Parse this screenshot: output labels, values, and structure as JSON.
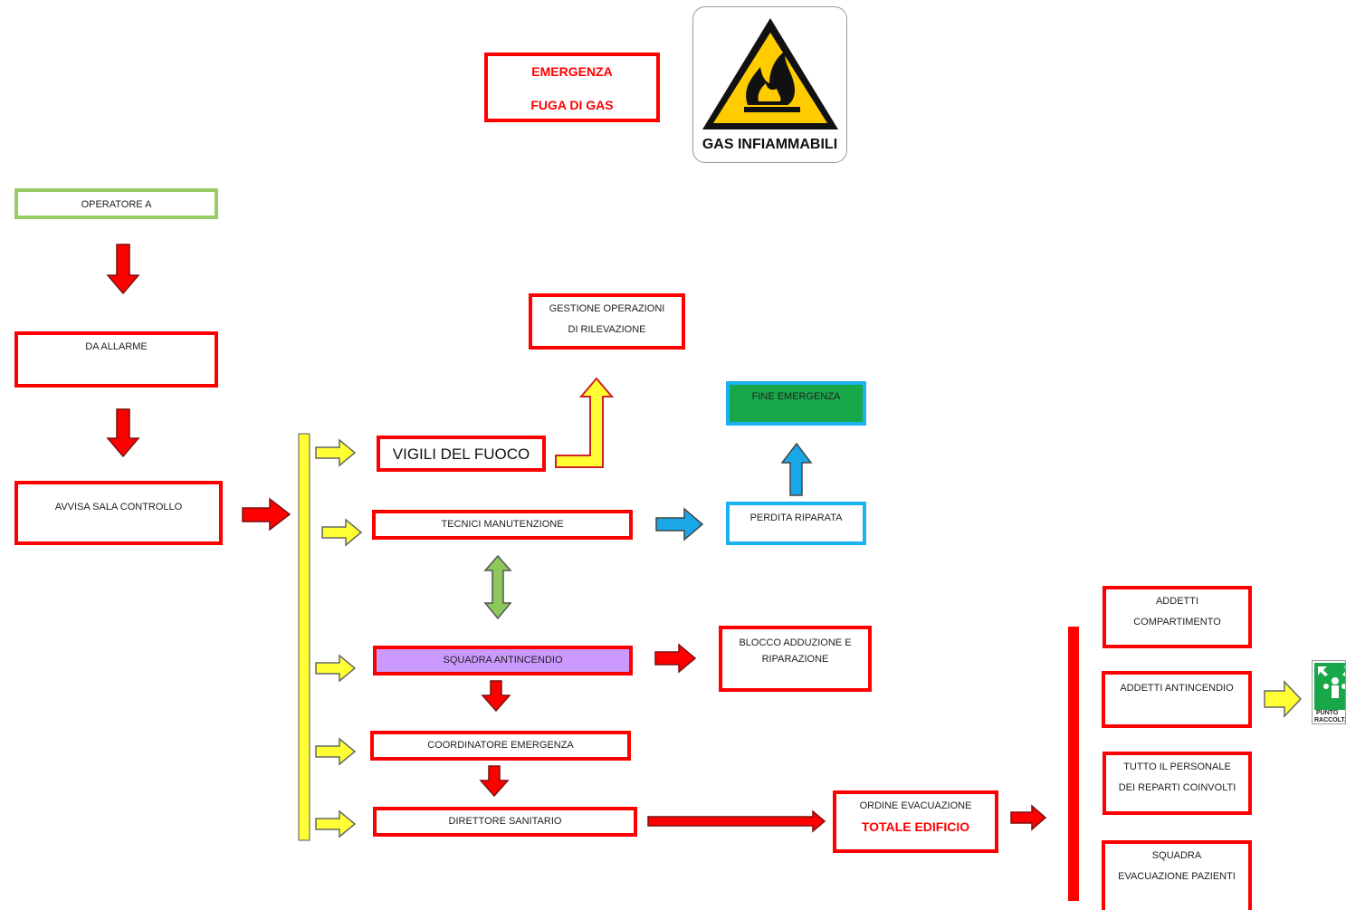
{
  "title": {
    "line1": "EMERGENZA",
    "line2": "FUGA DI GAS"
  },
  "hazard_sign": {
    "icon": "flammable-triangle-icon",
    "caption": "GAS INFIAMMABILI"
  },
  "left_chain": {
    "operator": "OPERATORE A",
    "alarm": "DA ALLARME",
    "notify": "AVVISA  SALA CONTROLLO"
  },
  "branches": {
    "firefighters": "VIGILI DEL FUOCO",
    "maintenance": "TECNICI MANUTENZIONE",
    "fire_squad": "SQUADRA  ANTINCENDIO",
    "coordinator": "COORDINATORE EMERGENZA",
    "director": "DIRETTORE SANITARIO"
  },
  "outcomes": {
    "detection_l1": "GESTIONE OPERAZIONI",
    "detection_l2": "DI RILEVAZIONE",
    "end": "FINE EMERGENZA",
    "repaired": "PERDITA  RIPARATA",
    "block_l1": "BLOCCO ADDUZIONE E",
    "block_l2": "RIPARAZIONE",
    "evac_l1": "ORDINE EVACUAZIONE",
    "evac_l2": "TOTALE  EDIFICIO"
  },
  "evacuation_groups": {
    "compartment_l1": "ADDETTI",
    "compartment_l2": "COMPARTIMENTO",
    "firefighting": "ADDETTI ANTINCENDIO",
    "personnel_l1": "TUTTO IL PERSONALE",
    "personnel_l2": "DEI REPARTI COINVOLTI",
    "patients_l1": "SQUADRA",
    "patients_l2": "EVACUAZIONE PAZIENTI"
  },
  "assembly_sign": {
    "icon": "assembly-point-icon",
    "text_l1": "PUNTO",
    "text_l2": "RACCOLTA"
  },
  "colors": {
    "red": "#ff0000",
    "yellow": "#ffff33",
    "blue": "#1aa7e8",
    "green_arrow": "#8cc85a",
    "green_fill": "#18a84a",
    "cyan_border": "#1ab2f0",
    "purple_fill": "#cc99ff",
    "light_green_border": "#99cc66",
    "sign_yellow": "#ffcc00"
  }
}
